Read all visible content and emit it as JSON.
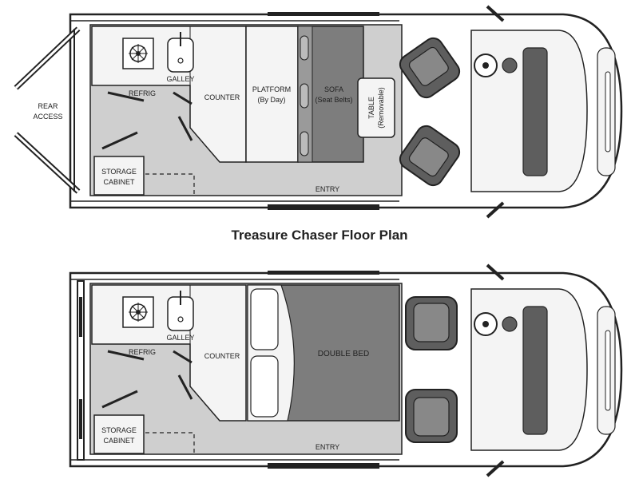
{
  "title": "Treasure Chaser Floor Plan",
  "colors": {
    "floor": "#cfcfcf",
    "furniture": "#f4f4f4",
    "upholstery": "#7d7d7d",
    "seat": "#5e5e5e",
    "line": "#222222"
  },
  "top_plan": {
    "rear_access": [
      "REAR",
      "ACCESS"
    ],
    "galley": "GALLEY",
    "refrig": "REFRIG",
    "counter": "COUNTER",
    "platform": [
      "PLATFORM",
      "(By Day)"
    ],
    "sofa": [
      "SOFA",
      "(Seat Belts)"
    ],
    "table": [
      "TABLE",
      "(Removable)"
    ],
    "storage": [
      "STORAGE",
      "CABINET"
    ],
    "entry": "ENTRY"
  },
  "bottom_plan": {
    "galley": "GALLEY",
    "refrig": "REFRIG",
    "counter": "COUNTER",
    "bed": "DOUBLE BED",
    "storage": [
      "STORAGE",
      "CABINET"
    ],
    "entry": "ENTRY"
  }
}
